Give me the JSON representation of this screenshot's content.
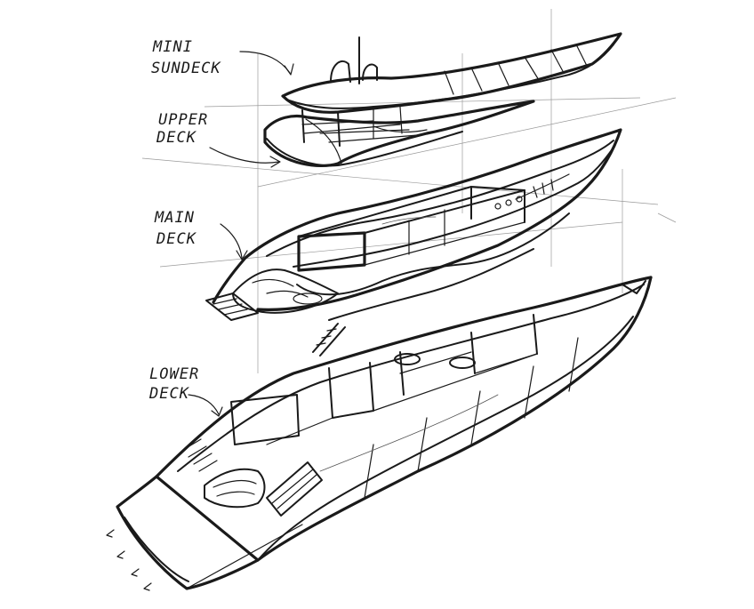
{
  "labels": {
    "mini_sundeck": [
      "MINI",
      "SUNDECK"
    ],
    "upper_deck": [
      "UPPER",
      "DECK"
    ],
    "main_deck": [
      "MAIN",
      "DECK"
    ],
    "lower_deck": [
      "LOWER",
      "DECK"
    ]
  },
  "colors": {
    "ink": "#1a1a1a",
    "paper": "#ffffff"
  }
}
